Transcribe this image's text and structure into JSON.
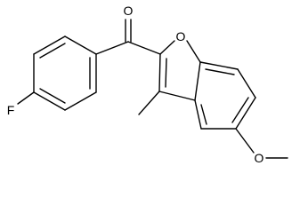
{
  "molecule": {
    "atoms": {
      "carbonyl_oxygen": "O",
      "ring_oxygen": "O",
      "fluorine": "F",
      "methoxy_oxygen": "O"
    }
  },
  "colors": {
    "bond": "#000000",
    "label": "#000000",
    "background": "#ffffff"
  }
}
